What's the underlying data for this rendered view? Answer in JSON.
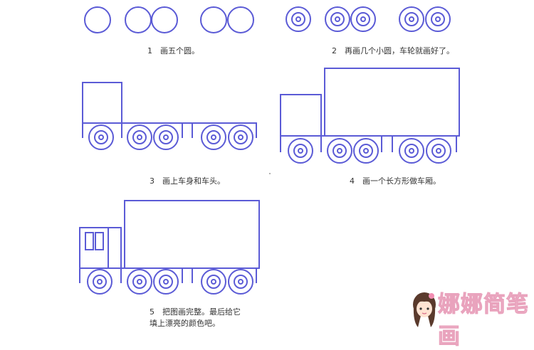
{
  "colors": {
    "stroke": "#5b5bd6",
    "caption": "#333333",
    "logo": "#f6c8d9"
  },
  "steps": [
    {
      "num": "1",
      "text": "画五个圆。"
    },
    {
      "num": "2",
      "text": "再画几个小圆，车轮就画好了。"
    },
    {
      "num": "3",
      "text": "画上车身和车头。"
    },
    {
      "num": "4",
      "text": "画一个长方形做车厢。"
    },
    {
      "num": "5",
      "text": "把图画完整。最后给它",
      "text2": "填上漂亮的颜色吧。"
    }
  ],
  "logo": {
    "text": "娜娜简笔画",
    "icon": "girl-face-icon"
  }
}
